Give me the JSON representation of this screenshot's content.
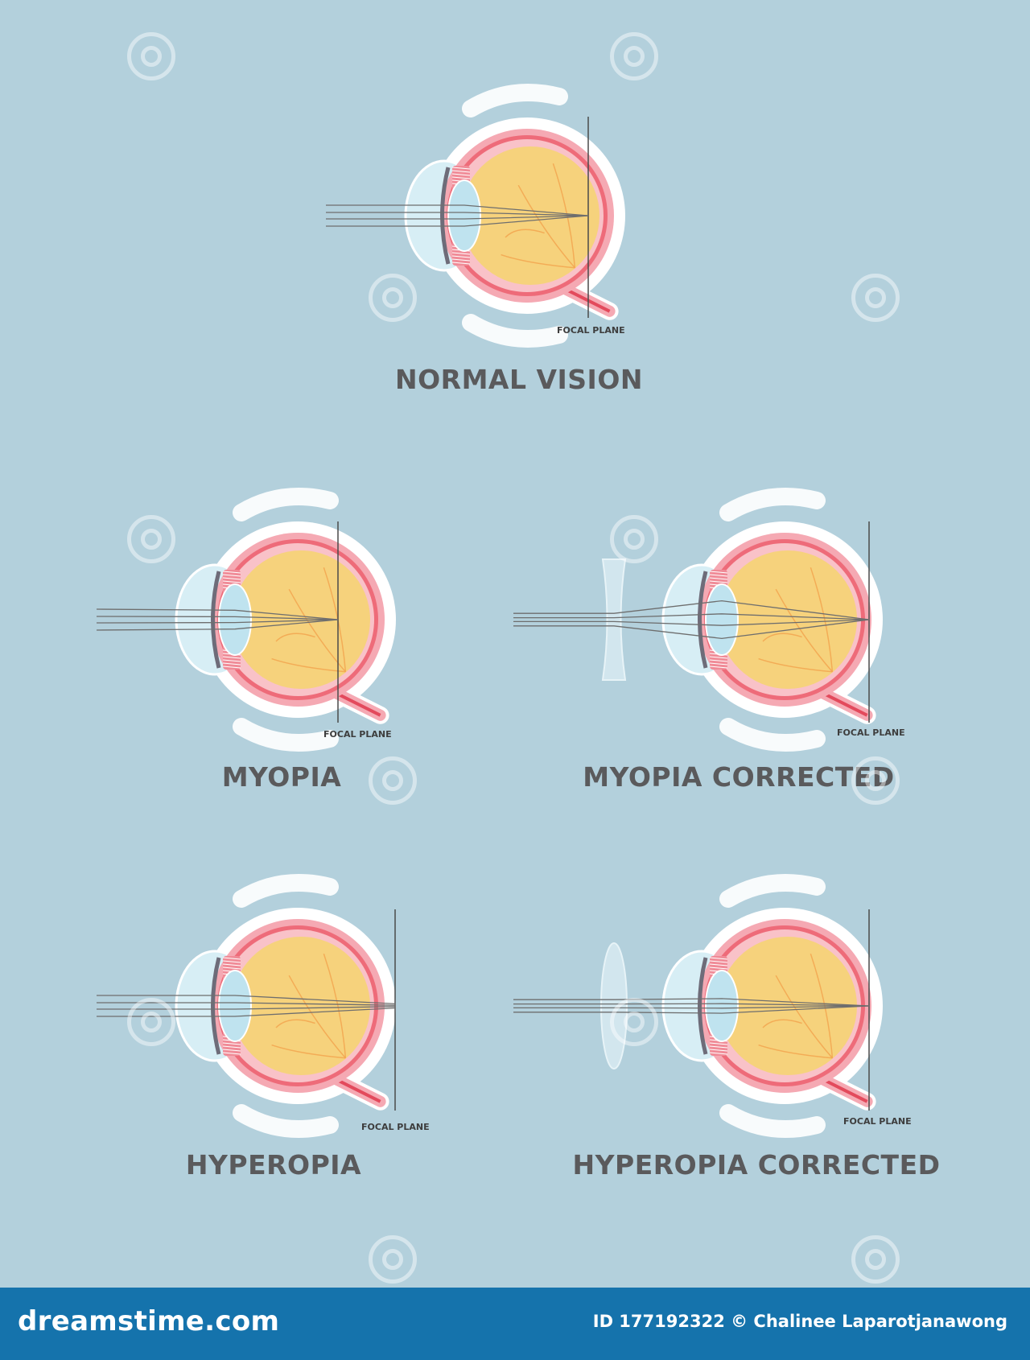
{
  "panels": [
    {
      "id": "normal-vision",
      "title": "NORMAL VISION",
      "focal_label": "FOCAL PLANE"
    },
    {
      "id": "myopia",
      "title": "MYOPIA",
      "focal_label": "FOCAL PLANE"
    },
    {
      "id": "myopia-corrected",
      "title": "MYOPIA CORRECTED",
      "focal_label": "FOCAL PLANE"
    },
    {
      "id": "hyperopia",
      "title": "HYPEROPIA",
      "focal_label": "FOCAL PLANE"
    },
    {
      "id": "hyperopia-corrected",
      "title": "HYPEROPIA CORRECTED",
      "focal_label": "FOCAL PLANE"
    }
  ],
  "footer": {
    "brand": "dreamstime.com",
    "credit": "ID 177192322 © Chalinee Laparotjanawong"
  },
  "colors": {
    "background": "#b3d0dc",
    "footer": "#1573ac",
    "sclera": "#f5a9b3",
    "vitreous": "#f6d27c",
    "lens": "#bfe3ef"
  }
}
